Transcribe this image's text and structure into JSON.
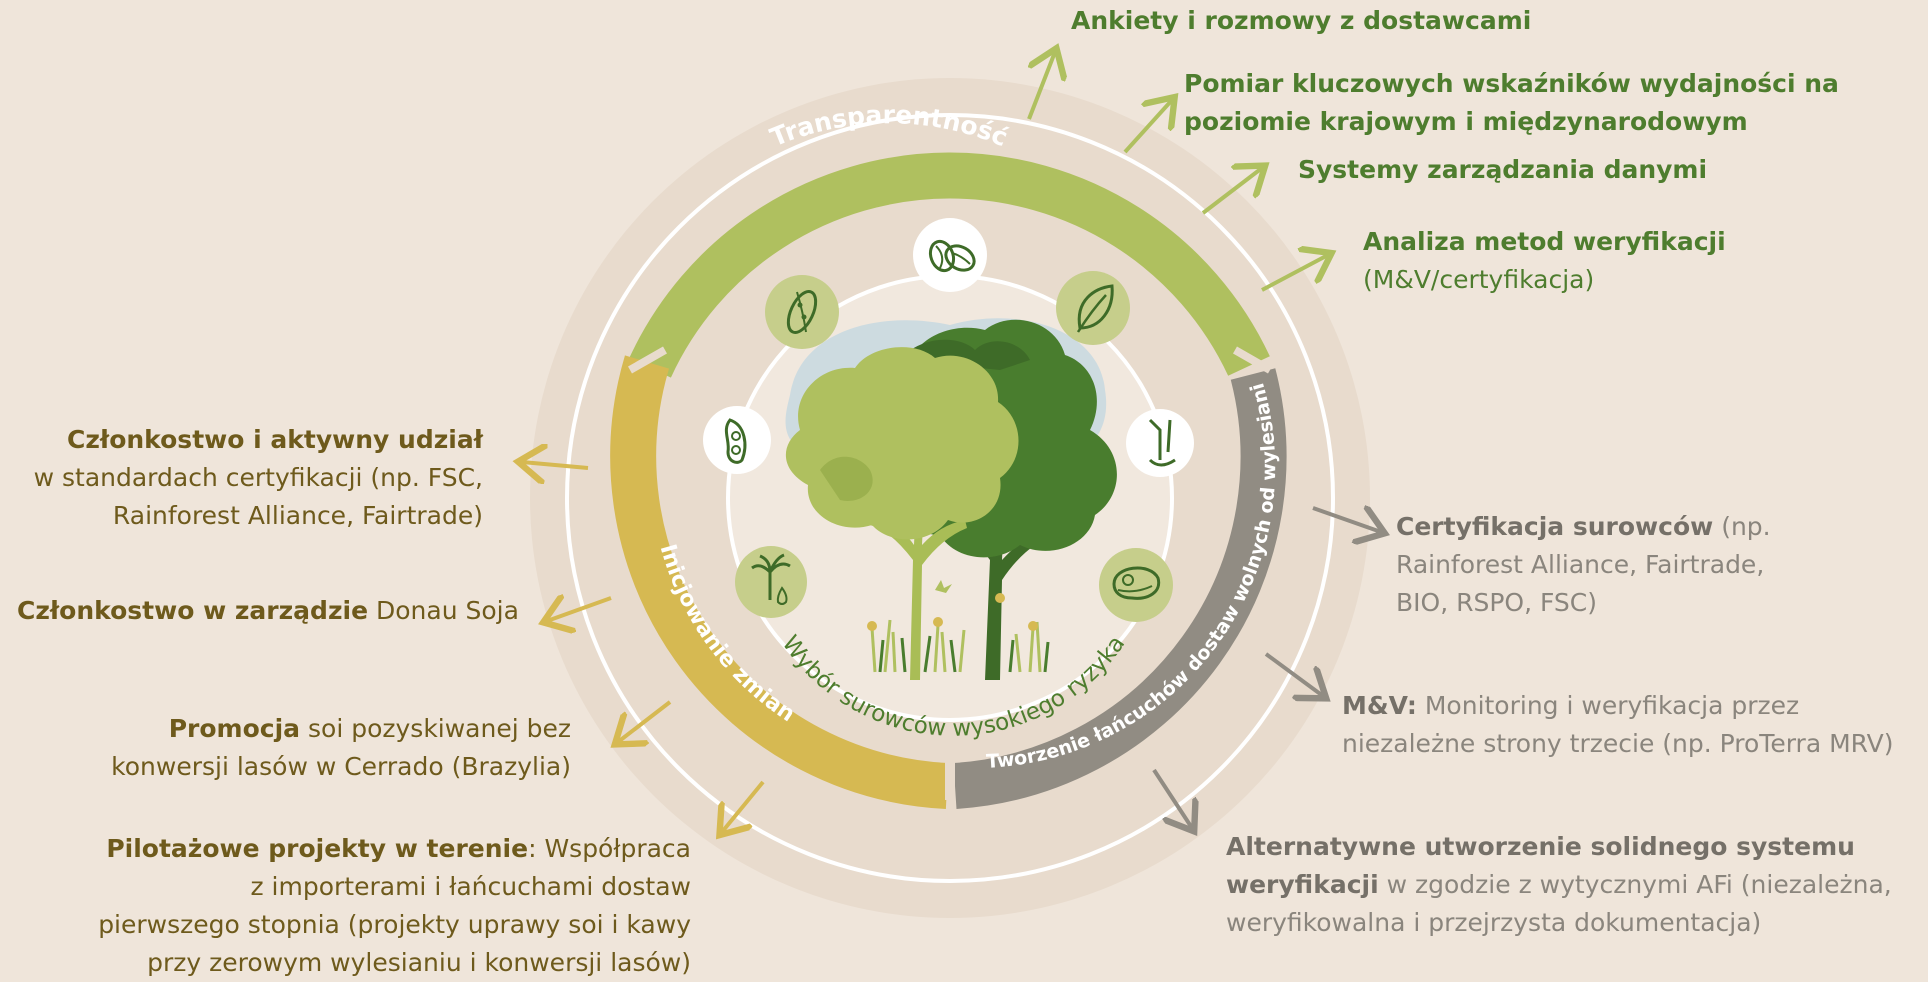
{
  "ring": {
    "top": "Transparentność",
    "left": "Inicjowanie zmian",
    "right": "Tworzenie łańcuchów dostaw wolnych od wylesiania",
    "inner": "Wybór surowców wysokiego ryzyka"
  },
  "icons": [
    "coffee-beans-icon",
    "leaf-icon",
    "cocoa-pod-icon",
    "soy-icon",
    "wood-icon",
    "palm-oil-icon",
    "beef-icon"
  ],
  "right_items": [
    {
      "bold": "Ankiety i rozmowy z dostawcami",
      "normal": ""
    },
    {
      "bold1": "Pomiar kluczowych wskaźników wydajności na",
      "bold2": "poziomie krajowym i międzynarodowym"
    },
    {
      "bold": "Systemy zarządzania danymi",
      "normal": ""
    },
    {
      "bold": "Analiza metod weryfikacji",
      "normal": "(M&V/certyfikacja)"
    }
  ],
  "right_grey": [
    {
      "bold": "Certyfikacja  surowców",
      "l1": " (np.",
      "l2": "Rainforest Alliance, Fairtrade,",
      "l3": "BIO, RSPO, FSC)"
    },
    {
      "bold": "M&V:",
      "l1": " Monitoring i weryfikacja przez",
      "l2": "niezależne strony trzecie (np. ProTerra MRV)"
    },
    {
      "b1": "Alternatywne utworzenie solidnego systemu",
      "b2": "weryfikacji",
      "l2": " w zgodzie z wytycznymi AFi (niezależna,",
      "l3": "weryfikowalna i przejrzysta dokumentacja)"
    }
  ],
  "left_items": [
    {
      "bold": "Członkostwo i aktywny udział",
      "l2": "w standardach certyfikacji (np. FSC,",
      "l3": "Rainforest Alliance, Fairtrade)"
    },
    {
      "bold": "Członkostwo w zarządzie",
      "normal": " Donau Soja"
    },
    {
      "bold": "Promocja",
      "l1": " soi pozyskiwanej bez",
      "l2": "konwersji lasów w Cerrado (Brazylia)"
    },
    {
      "bold": "Pilotażowe projekty w terenie",
      "l1": ": Współpraca",
      "l2": "z importerami i łańcuchami dostaw",
      "l3": "pierwszego stopnia (projekty uprawy soi i kawy",
      "l4": "przy zerowym wylesianiu i konwersji lasów)"
    }
  ],
  "colors": {
    "background": "#EFE5DA",
    "green": "#AFC05F",
    "yellow": "#D6B952",
    "grey": "#918C83",
    "dark_green": "#4E7D2E",
    "olive_text": "#6E5A1C",
    "grey_text": "#757068"
  }
}
